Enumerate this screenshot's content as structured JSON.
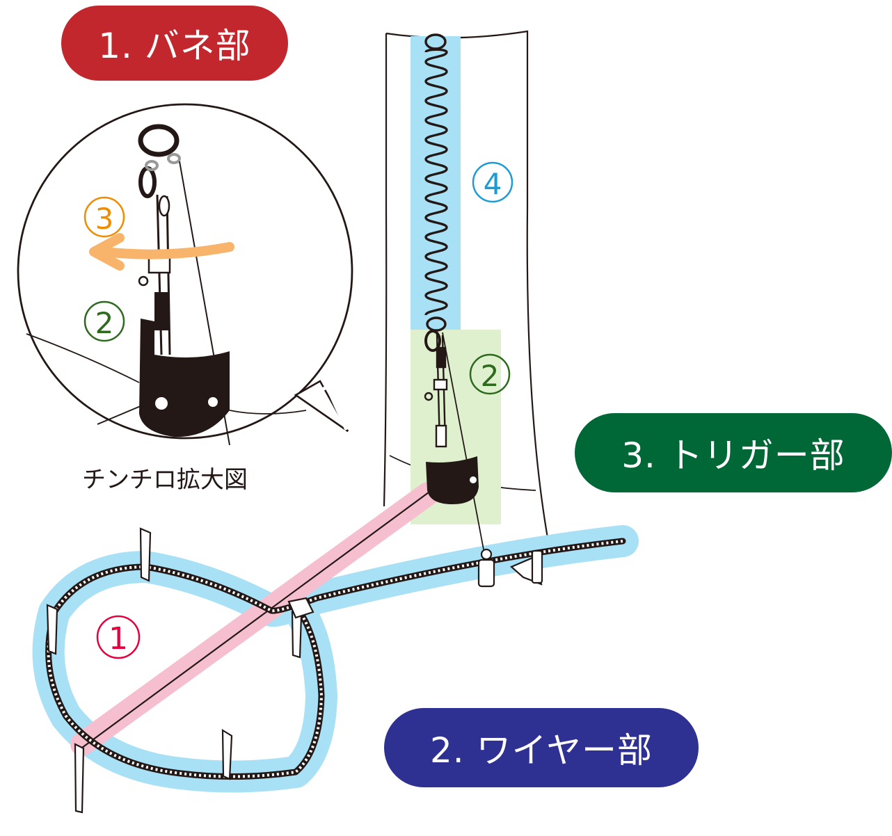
{
  "labels": {
    "spring": "1. バネ部",
    "wire": "2. ワイヤー部",
    "trigger": "3. トリガー部",
    "caption": "チンチロ拡大図"
  },
  "markers": {
    "m1": "①",
    "m2": "②",
    "m3": "③",
    "m4": "④"
  },
  "colors": {
    "spring_label": "#c1272d",
    "trigger_label": "#006837",
    "wire_label": "#2e3192",
    "highlight_blue": "#a8e0f5",
    "highlight_green": "#dff0cf",
    "highlight_pink": "#f5bfd0",
    "marker_red": "#e6003c",
    "marker_green": "#2d6a1e",
    "marker_orange": "#f08c00",
    "marker_cyan": "#1b9cd4",
    "ink": "#231815"
  }
}
